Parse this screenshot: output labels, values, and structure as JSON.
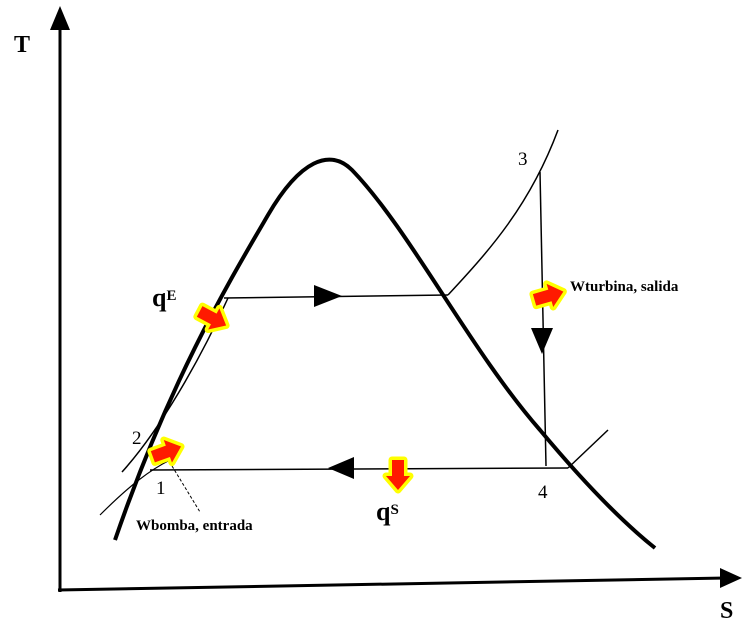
{
  "axes": {
    "y_label": "T",
    "x_label": "S"
  },
  "points": {
    "p1": "1",
    "p2": "2",
    "p3": "3",
    "p4": "4"
  },
  "heat": {
    "q_in_main": "q",
    "q_in_sub": "E",
    "q_out_main": "q",
    "q_out_sub": "S"
  },
  "work": {
    "turbine": "Wturbina, salida",
    "pump": "Wbomba, entrada"
  },
  "colors": {
    "line": "#000000",
    "arrow_fill": "#ff1a00",
    "arrow_glow": "#ffff00"
  }
}
